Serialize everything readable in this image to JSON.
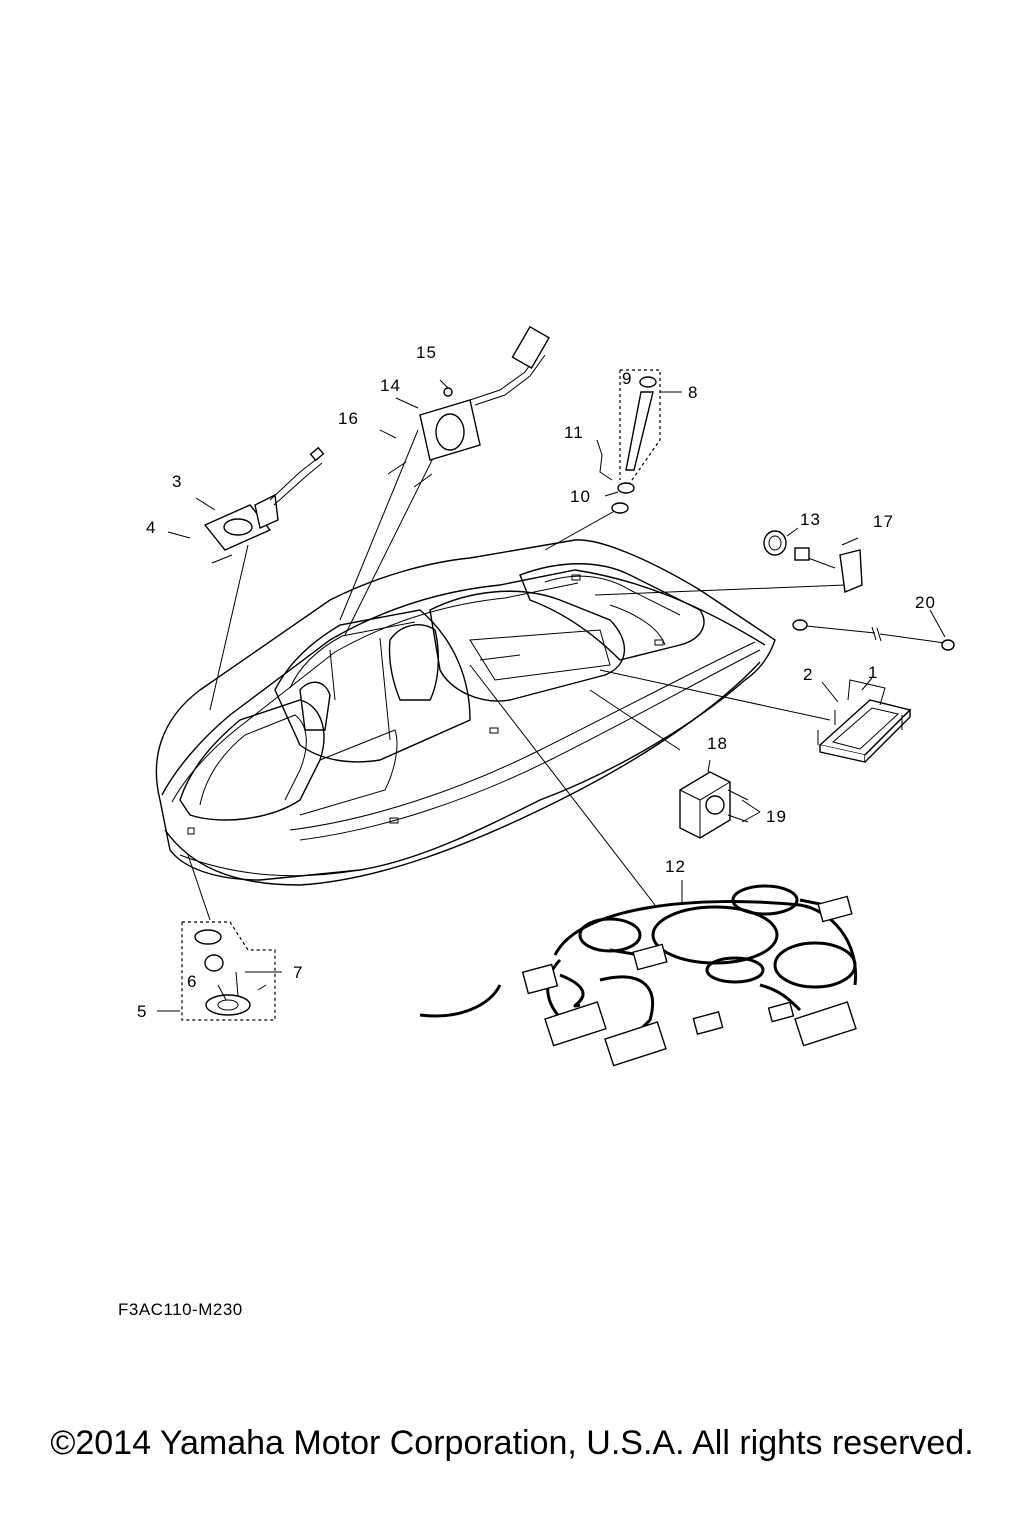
{
  "callouts": {
    "c1": "1",
    "c2": "2",
    "c3": "3",
    "c4": "4",
    "c5": "5",
    "c6": "6",
    "c7": "7",
    "c8": "8",
    "c9": "9",
    "c10": "10",
    "c11": "11",
    "c12": "12",
    "c13": "13",
    "c14": "14",
    "c15": "15",
    "c16": "16",
    "c17": "17",
    "c18": "18",
    "c19": "19",
    "c20": "20"
  },
  "diagram_code": "F3AC110-M230",
  "copyright": "©2014 Yamaha Motor Corporation, U.S.A. All rights reserved."
}
